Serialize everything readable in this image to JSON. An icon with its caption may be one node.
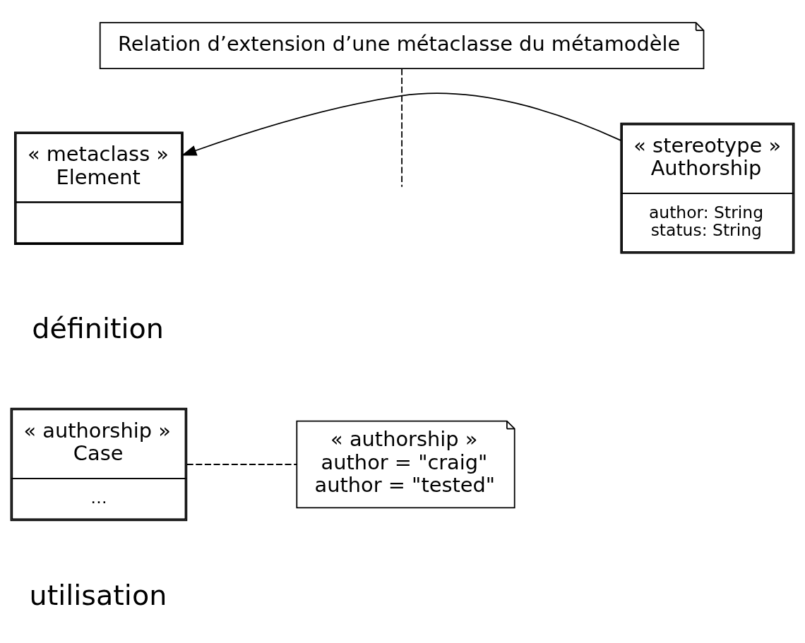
{
  "diagram": {
    "nodes": [
      {
        "text": [
          "Relation d’extension d’une métaclasse du métamodèle"
        ]
      },
      {
        "text": [
          "« metaclass »",
          "Element"
        ]
      },
      {
        "text": [
          "« stereotype »",
          "Authorship",
          "author: String",
          "status: String"
        ]
      },
      {
        "text": [
          "« authorship »",
          "Case",
          "…"
        ]
      },
      {
        "text": [
          "« authorship »",
          "author = \"craig\"",
          "author = \"tested\""
        ]
      }
    ],
    "edges": [
      {
        "from": 2,
        "to": 1,
        "arrow": "to"
      },
      {
        "from": 0,
        "to": null,
        "arrow": "none",
        "style": "dashed"
      },
      {
        "from": 3,
        "to": 4,
        "arrow": "none",
        "style": "dashed"
      }
    ],
    "labels": [
      "définition",
      "utilisation"
    ]
  }
}
